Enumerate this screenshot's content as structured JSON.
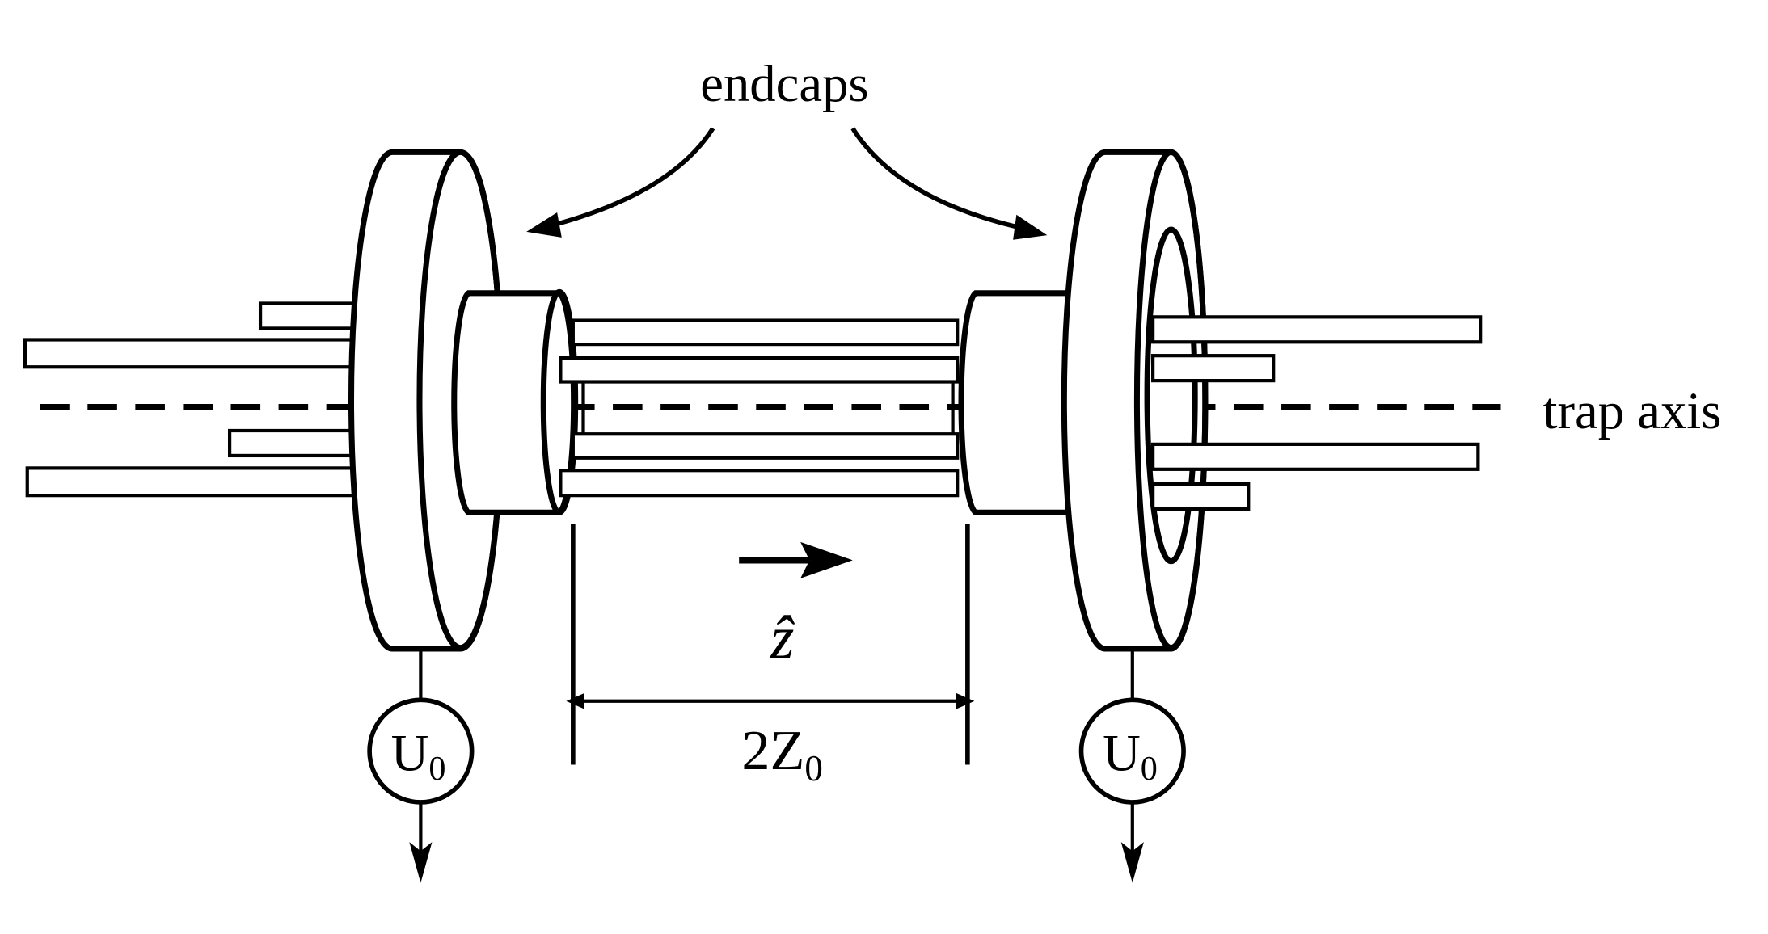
{
  "labels": {
    "endcaps": "endcaps",
    "trap_axis": "trap axis",
    "z_hat": "ẑ",
    "length_main": "2Z",
    "length_sub": "0",
    "voltage_left_main": "U",
    "voltage_left_sub": "0",
    "voltage_right_main": "U",
    "voltage_right_sub": "0"
  },
  "colors": {
    "stroke": "#000000",
    "background": "#ffffff"
  },
  "icons": {
    "left_ground": "down-arrow-icon",
    "right_ground": "down-arrow-icon"
  }
}
